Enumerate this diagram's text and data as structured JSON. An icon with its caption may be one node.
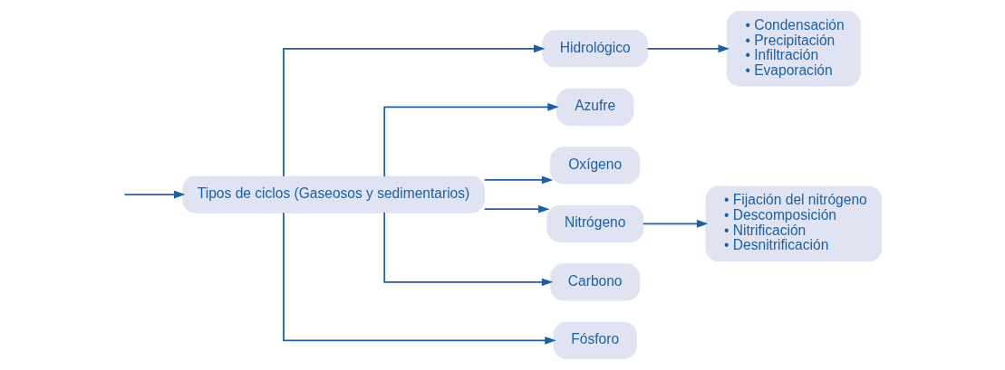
{
  "diagram": {
    "nodes": [
      {
        "text": [
          "Tipos de ciclos (Gaseosos y sedimentarios)"
        ]
      },
      {
        "text": [
          "Hidrológico"
        ]
      },
      {
        "text": [
          "• Condensación",
          "• Precipitación",
          "• Infiltración",
          "• Evaporación"
        ]
      },
      {
        "text": [
          "Azufre"
        ]
      },
      {
        "text": [
          "Oxígeno"
        ]
      },
      {
        "text": [
          "Nitrógeno"
        ]
      },
      {
        "text": [
          "• Fijación del nitrógeno",
          "• Descomposición",
          "• Nitrificación",
          "• Desnitrificación"
        ]
      },
      {
        "text": [
          "Carbono"
        ]
      },
      {
        "text": [
          "Fósforo"
        ]
      }
    ],
    "edges": [
      {
        "from": null,
        "to": 0,
        "arrow": "to"
      },
      {
        "from": 0,
        "to": 1,
        "arrow": "to"
      },
      {
        "from": 0,
        "to": 3,
        "arrow": "to"
      },
      {
        "from": 0,
        "to": 4,
        "arrow": "to"
      },
      {
        "from": 0,
        "to": 5,
        "arrow": "to"
      },
      {
        "from": 0,
        "to": 7,
        "arrow": "to"
      },
      {
        "from": 0,
        "to": 8,
        "arrow": "to"
      },
      {
        "from": 1,
        "to": 2,
        "arrow": "to"
      },
      {
        "from": 5,
        "to": 6,
        "arrow": "to"
      }
    ]
  }
}
